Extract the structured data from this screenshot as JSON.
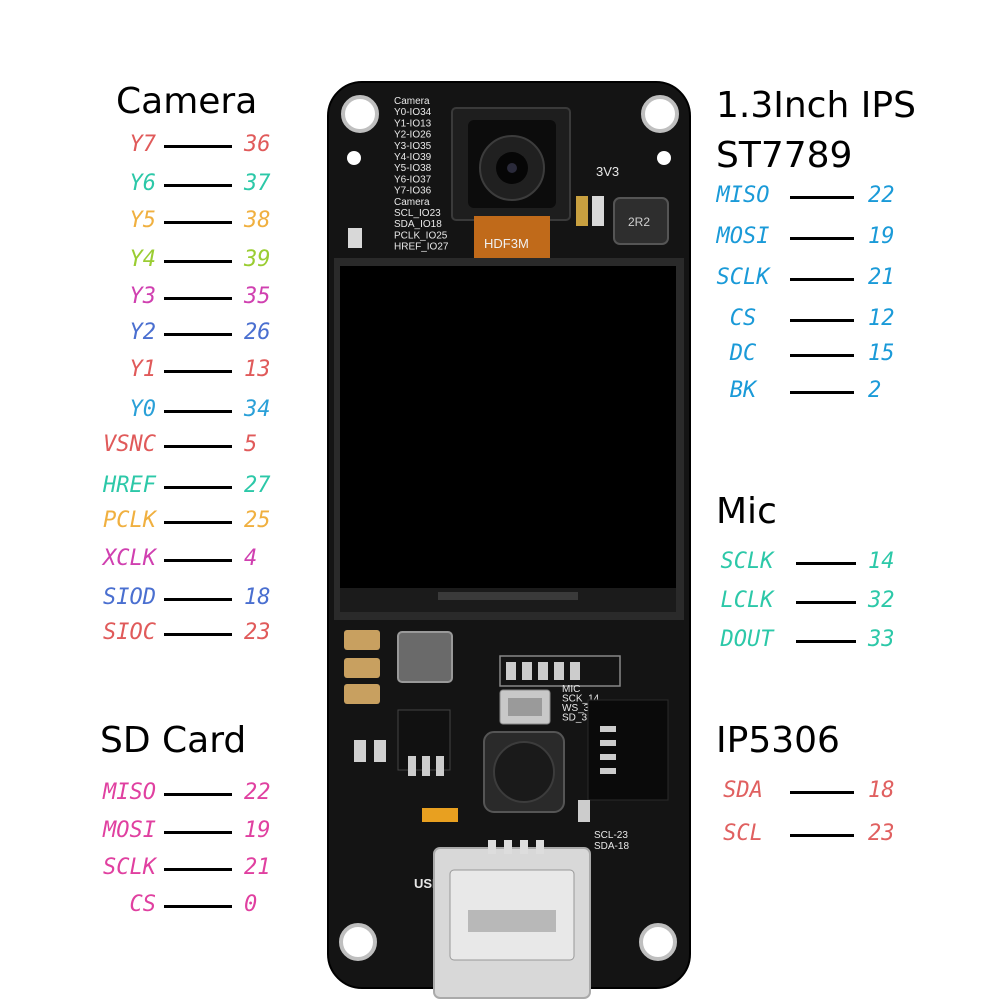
{
  "groups": {
    "camera": {
      "title": "Camera",
      "rows": [
        {
          "label": "Y7",
          "value": "36",
          "color": "#e05a5a"
        },
        {
          "label": "Y6",
          "value": "37",
          "color": "#2cc8a8"
        },
        {
          "label": "Y5",
          "value": "38",
          "color": "#f0b040"
        },
        {
          "label": "Y4",
          "value": "39",
          "color": "#9acd32"
        },
        {
          "label": "Y3",
          "value": "35",
          "color": "#d040b0"
        },
        {
          "label": "Y2",
          "value": "26",
          "color": "#4a6fd0"
        },
        {
          "label": "Y1",
          "value": "13",
          "color": "#e05a5a"
        },
        {
          "label": "Y0",
          "value": "34",
          "color": "#2aa0d8"
        },
        {
          "label": "VSNC",
          "value": "5",
          "color": "#e05a5a"
        },
        {
          "label": "HREF",
          "value": "27",
          "color": "#2cc8a8"
        },
        {
          "label": "PCLK",
          "value": "25",
          "color": "#f0b040"
        },
        {
          "label": "XCLK",
          "value": "4",
          "color": "#d040b0"
        },
        {
          "label": "SIOD",
          "value": "18",
          "color": "#4a6fd0"
        },
        {
          "label": "SIOC",
          "value": "23",
          "color": "#e05a5a"
        }
      ]
    },
    "sd": {
      "title": "SD Card",
      "rows": [
        {
          "label": "MISO",
          "value": "22",
          "color": "#e040a0"
        },
        {
          "label": "MOSI",
          "value": "19",
          "color": "#e040a0"
        },
        {
          "label": "SCLK",
          "value": "21",
          "color": "#e040a0"
        },
        {
          "label": "CS",
          "value": "0",
          "color": "#e040a0"
        }
      ]
    },
    "display": {
      "title_line1": "1.3Inch IPS",
      "title_line2": "ST7789",
      "rows": [
        {
          "label": "MISO",
          "value": "22",
          "color": "#1a9ad8"
        },
        {
          "label": "MOSI",
          "value": "19",
          "color": "#1a9ad8"
        },
        {
          "label": "SCLK",
          "value": "21",
          "color": "#1a9ad8"
        },
        {
          "label": "CS",
          "value": "12",
          "color": "#1a9ad8"
        },
        {
          "label": "DC",
          "value": "15",
          "color": "#1a9ad8"
        },
        {
          "label": "BK",
          "value": "2",
          "color": "#1a9ad8"
        }
      ]
    },
    "mic": {
      "title": "Mic",
      "rows": [
        {
          "label": "SCLK",
          "value": "14",
          "color": "#2cc8a8"
        },
        {
          "label": "LCLK",
          "value": "32",
          "color": "#2cc8a8"
        },
        {
          "label": "DOUT",
          "value": "33",
          "color": "#2cc8a8"
        }
      ]
    },
    "ip5306": {
      "title": "IP5306",
      "rows": [
        {
          "label": "SDA",
          "value": "18",
          "color": "#e06060"
        },
        {
          "label": "SCL",
          "value": "23",
          "color": "#e06060"
        }
      ]
    }
  },
  "board": {
    "silk_camera": [
      "Camera",
      "Y0-IO34",
      "Y1-IO13",
      "Y2-IO26",
      "Y3-IO35",
      "Y4-IO39",
      "Y5-IO38",
      "Y6-IO37",
      "Y7-IO36",
      "Camera",
      "SCL_IO23",
      "SDA_IO18",
      "PCLK_IO25",
      "HREF_IO27"
    ],
    "module_label": "HDF3M",
    "v33": "3V3",
    "inductor": "2R2",
    "silk_mic": [
      "MIC",
      "SCK_14",
      "WS_32",
      "SD_33"
    ],
    "silk_i2c": [
      "SCL-23",
      "SDA-18"
    ],
    "usb": "USB"
  }
}
